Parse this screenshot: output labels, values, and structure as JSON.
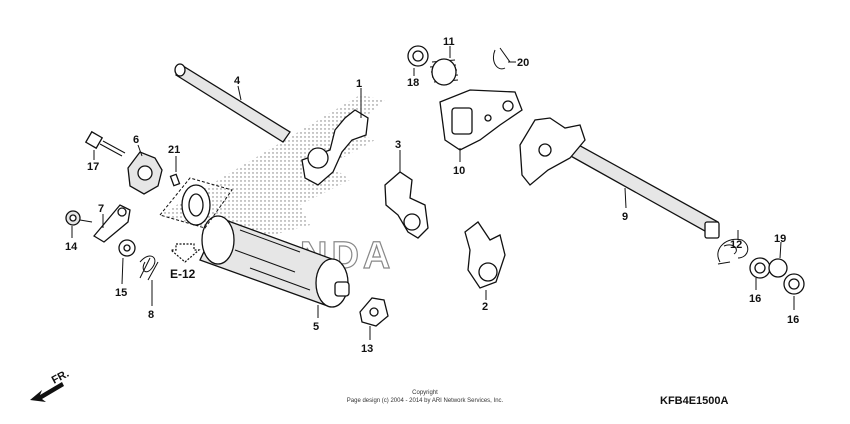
{
  "labels": {
    "c1": "1",
    "c2": "2",
    "c3": "3",
    "c4": "4",
    "c5": "5",
    "c6": "6",
    "c7": "7",
    "c8": "8",
    "c9": "9",
    "c10": "10",
    "c11": "11",
    "c12": "12",
    "c13": "13",
    "c14": "14",
    "c15": "15",
    "c16a": "16",
    "c16b": "16",
    "c17": "17",
    "c18": "18",
    "c19": "19",
    "c20": "20",
    "c21": "21"
  },
  "reference": "E-12",
  "direction": "FR.",
  "copyright_line1": "Copyright",
  "copyright_line2": "Page design (c) 2004 - 2014 by ARI Network Services, Inc.",
  "diagram_code": "KFB4E1500A",
  "watermark": "HONDA",
  "colors": {
    "ink": "#111111",
    "background": "#ffffff"
  }
}
